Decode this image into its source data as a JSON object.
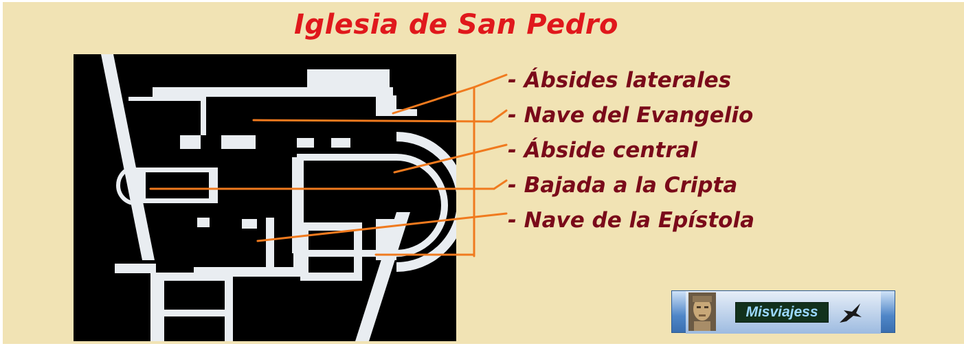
{
  "title": "Iglesia de San Pedro",
  "labels": [
    "- Ábsides laterales",
    "- Nave del Evangelio",
    "- Ábside central",
    "- Bajada a la Cripta",
    "- Nave de la Epístola"
  ],
  "logo": {
    "text": "Misviajess",
    "portrait_icon": "bust-portrait-icon",
    "bird_icon": "eagle-icon"
  },
  "colors": {
    "background": "#f1e3b4",
    "title": "#e0181c",
    "labels": "#7a0a1a",
    "leader_lines": "#f07a1e",
    "plan_background": "#000000",
    "plan_walls": "#e9edf1"
  }
}
